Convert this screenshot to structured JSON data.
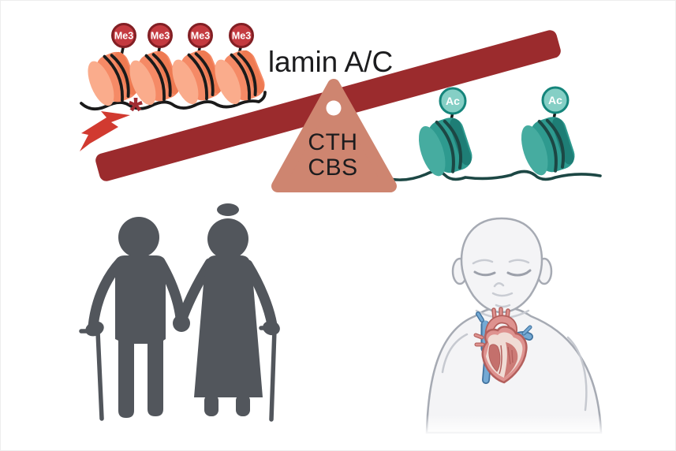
{
  "figure": {
    "balance": {
      "protein_label": "lamin A/C",
      "fulcrum": {
        "line1": "CTH",
        "line2": "CBS"
      },
      "left_side": {
        "mark": "Me3",
        "nucleosome_count": 4,
        "mutation_marker": "*"
      },
      "right_side": {
        "mark": "Ac",
        "nucleosome_count": 2
      }
    },
    "colors": {
      "beam": "#9B2B2D",
      "fulcrum": "#CE8570",
      "text": "#1C1C1E",
      "nucleosome_orange": "#F58A66",
      "nucleosome_orange_light": "#FAAC8C",
      "nucleosome_orange_dark": "#EE7A52",
      "nucleosome_teal": "#2E9A8F",
      "nucleosome_teal_light": "#46ACA0",
      "nucleosome_teal_dark": "#1E7E76",
      "dna_teal": "#1C4744",
      "me3_badge": "#C43A40",
      "me3_badge_border": "#821F24",
      "ac_badge": "#85CFC5",
      "ac_badge_border": "#15857B",
      "bolt": "#D13A30",
      "asterisk": "#A02C32",
      "couple": "#52565C",
      "baby_fill": "#F4F4F6",
      "baby_outline": "#A6AAB3",
      "heart_red": "#DE928F",
      "heart_red_dark": "#B35F5C",
      "heart_blue": "#74A9D4",
      "heart_blue_dark": "#41729E"
    }
  }
}
